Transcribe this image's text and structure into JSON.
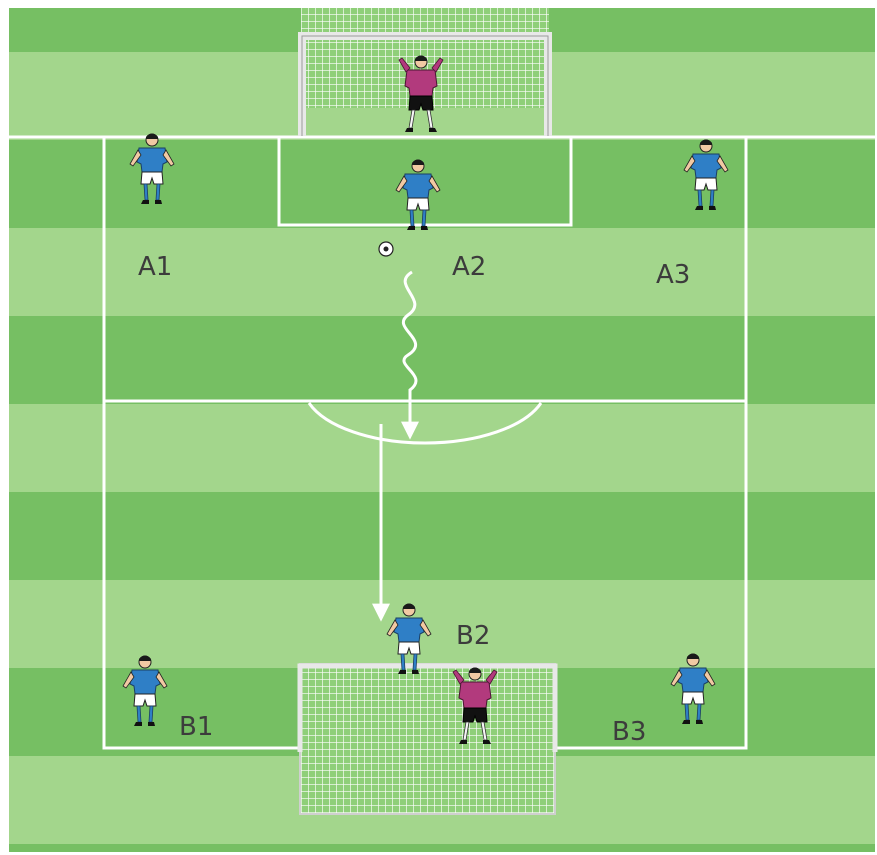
{
  "colors": {
    "stripe_dark": "#76bf63",
    "stripe_light": "#a3d68c",
    "line": "#ffffff",
    "player_shirt": "#2f7fc6",
    "keeper_shirt": "#b23a7d",
    "net": "#ffffff"
  },
  "players": [
    {
      "id": "A1",
      "label": "A1",
      "team": "attack",
      "icon": "player-icon"
    },
    {
      "id": "A2",
      "label": "A2",
      "team": "attack",
      "icon": "player-icon"
    },
    {
      "id": "A3",
      "label": "A3",
      "team": "attack",
      "icon": "player-icon"
    },
    {
      "id": "B1",
      "label": "B1",
      "team": "attack",
      "icon": "player-icon"
    },
    {
      "id": "B2",
      "label": "B2",
      "team": "attack",
      "icon": "player-icon"
    },
    {
      "id": "B3",
      "label": "B3",
      "team": "attack",
      "icon": "player-icon"
    }
  ],
  "goalkeepers": [
    {
      "id": "GK-top",
      "icon": "goalkeeper-icon"
    },
    {
      "id": "GK-bottom",
      "icon": "goalkeeper-icon"
    }
  ],
  "ball": {
    "icon": "ball-icon"
  },
  "movements": [
    {
      "id": "dribble",
      "type": "dribble",
      "icon": "zigzag-arrow-icon"
    },
    {
      "id": "pass",
      "type": "pass",
      "icon": "straight-arrow-icon"
    }
  ]
}
